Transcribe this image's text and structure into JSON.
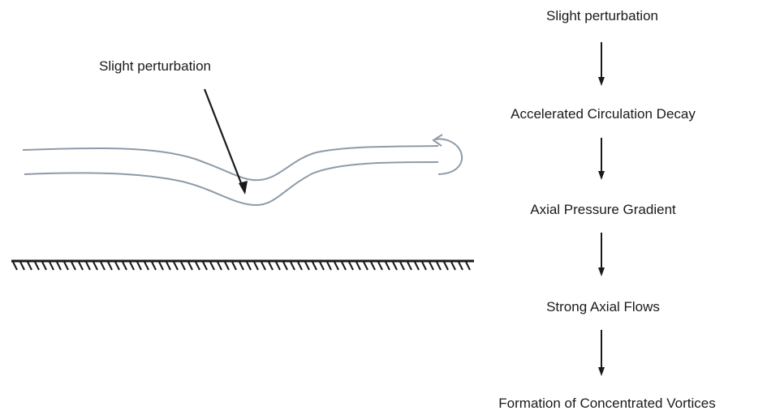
{
  "sketch": {
    "annotation": "Slight perturbation"
  },
  "flowchart": {
    "steps": [
      "Slight perturbation",
      "Accelerated Circulation Decay",
      "Axial Pressure Gradient",
      "Strong Axial Flows",
      "Formation of Concentrated Vortices"
    ]
  },
  "colors": {
    "vortex_line": "#8f9aa8",
    "ink": "#1a1a1a"
  }
}
